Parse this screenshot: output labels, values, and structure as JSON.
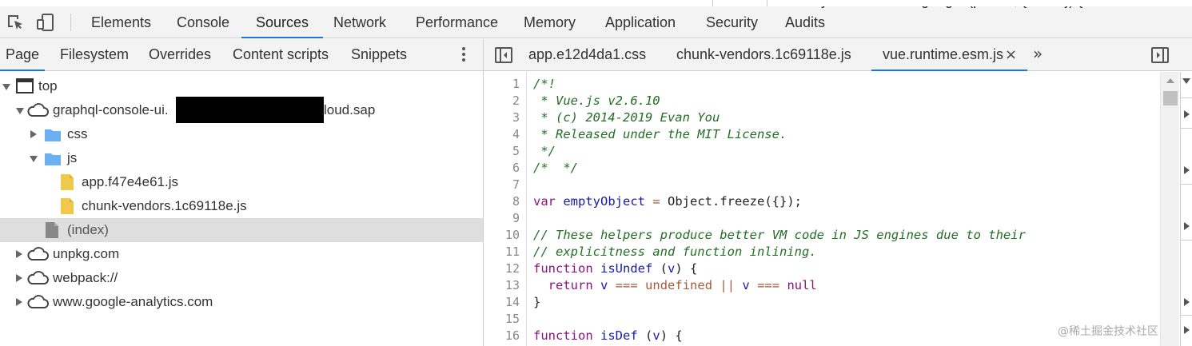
{
  "toolbar": {
    "overflow_text": "async function languages(parent, {active}) {",
    "tabs": [
      {
        "label": "Elements"
      },
      {
        "label": "Console"
      },
      {
        "label": "Sources"
      },
      {
        "label": "Network"
      },
      {
        "label": "Performance"
      },
      {
        "label": "Memory"
      },
      {
        "label": "Application"
      },
      {
        "label": "Security"
      },
      {
        "label": "Audits"
      }
    ],
    "active_tab": "Sources",
    "icons": [
      "inspect-element-icon",
      "device-toolbar-icon"
    ]
  },
  "navigator": {
    "tabs": [
      {
        "label": "Page"
      },
      {
        "label": "Filesystem"
      },
      {
        "label": "Overrides"
      },
      {
        "label": "Content scripts"
      },
      {
        "label": "Snippets"
      }
    ],
    "active_tab": "Page",
    "tree": [
      {
        "label": "top",
        "icon": "frame-icon",
        "expanded": true
      },
      {
        "label": "graphql-console-ui.",
        "suffix": "loud.sap",
        "icon": "cloud-icon",
        "expanded": true
      },
      {
        "label": "css",
        "icon": "folder-icon",
        "expanded": false
      },
      {
        "label": "js",
        "icon": "folder-icon",
        "expanded": true
      },
      {
        "label": "app.f47e4e61.js",
        "icon": "js-file-icon"
      },
      {
        "label": "chunk-vendors.1c69118e.js",
        "icon": "js-file-icon"
      },
      {
        "label": "(index)",
        "icon": "document-icon",
        "selected": true
      },
      {
        "label": "unpkg.com",
        "icon": "cloud-icon",
        "expanded": false
      },
      {
        "label": "webpack://",
        "icon": "cloud-icon",
        "expanded": false
      },
      {
        "label": "www.google-analytics.com",
        "icon": "cloud-icon",
        "expanded": false
      }
    ]
  },
  "editor": {
    "tabs": [
      {
        "label": "app.e12d4da1.css"
      },
      {
        "label": "chunk-vendors.1c69118e.js"
      },
      {
        "label": "vue.runtime.esm.js"
      }
    ],
    "active_tab": "vue.runtime.esm.js",
    "close_glyph": "×",
    "more_glyph": "»",
    "lines": [
      {
        "n": "1",
        "parts": [
          {
            "t": "/*!",
            "c": "com"
          }
        ]
      },
      {
        "n": "2",
        "parts": [
          {
            "t": " * Vue.js v2.6.10",
            "c": "com"
          }
        ]
      },
      {
        "n": "3",
        "parts": [
          {
            "t": " * (c) 2014-2019 Evan You",
            "c": "com"
          }
        ]
      },
      {
        "n": "4",
        "parts": [
          {
            "t": " * Released under the MIT License.",
            "c": "com"
          }
        ]
      },
      {
        "n": "5",
        "parts": [
          {
            "t": " */",
            "c": "com"
          }
        ]
      },
      {
        "n": "6",
        "parts": [
          {
            "t": "/*  */",
            "c": "com"
          }
        ]
      },
      {
        "n": "7",
        "parts": []
      },
      {
        "n": "8",
        "parts": [
          {
            "t": "var",
            "c": "kw"
          },
          {
            "t": " ",
            "c": "pl"
          },
          {
            "t": "emptyObject",
            "c": "def"
          },
          {
            "t": " ",
            "c": "pl"
          },
          {
            "t": "=",
            "c": "op"
          },
          {
            "t": " Object.freeze({});",
            "c": "pl"
          }
        ]
      },
      {
        "n": "9",
        "parts": []
      },
      {
        "n": "10",
        "parts": [
          {
            "t": "// These helpers produce better VM code in JS engines due to their",
            "c": "com"
          }
        ]
      },
      {
        "n": "11",
        "parts": [
          {
            "t": "// explicitness and function inlining.",
            "c": "com"
          }
        ]
      },
      {
        "n": "12",
        "parts": [
          {
            "t": "function",
            "c": "kw"
          },
          {
            "t": " ",
            "c": "pl"
          },
          {
            "t": "isUndef",
            "c": "def"
          },
          {
            "t": " (",
            "c": "pl"
          },
          {
            "t": "v",
            "c": "def"
          },
          {
            "t": ") {",
            "c": "pl"
          }
        ]
      },
      {
        "n": "13",
        "parts": [
          {
            "t": "  ",
            "c": "pl"
          },
          {
            "t": "return",
            "c": "kw"
          },
          {
            "t": " ",
            "c": "pl"
          },
          {
            "t": "v",
            "c": "def"
          },
          {
            "t": " ",
            "c": "pl"
          },
          {
            "t": "===",
            "c": "op"
          },
          {
            "t": " ",
            "c": "pl"
          },
          {
            "t": "undefined",
            "c": "op"
          },
          {
            "t": " ",
            "c": "pl"
          },
          {
            "t": "||",
            "c": "op"
          },
          {
            "t": " ",
            "c": "pl"
          },
          {
            "t": "v",
            "c": "def"
          },
          {
            "t": " ",
            "c": "pl"
          },
          {
            "t": "===",
            "c": "op"
          },
          {
            "t": " ",
            "c": "pl"
          },
          {
            "t": "null",
            "c": "kw"
          }
        ]
      },
      {
        "n": "14",
        "parts": [
          {
            "t": "}",
            "c": "pl"
          }
        ]
      },
      {
        "n": "15",
        "parts": []
      },
      {
        "n": "16",
        "parts": [
          {
            "t": "function",
            "c": "kw"
          },
          {
            "t": " ",
            "c": "pl"
          },
          {
            "t": "isDef",
            "c": "def"
          },
          {
            "t": " (",
            "c": "pl"
          },
          {
            "t": "v",
            "c": "def"
          },
          {
            "t": ") {",
            "c": "pl"
          }
        ]
      }
    ]
  },
  "watermark": "@稀土掘金技术社区",
  "colors": {
    "accent": "#1a73e8",
    "comment": "#236e25",
    "keyword": "#881280",
    "identifier": "#1a1aa6",
    "operator": "#a85a3a",
    "folder": "#6ab0f3",
    "js_file": "#f0c94a"
  }
}
